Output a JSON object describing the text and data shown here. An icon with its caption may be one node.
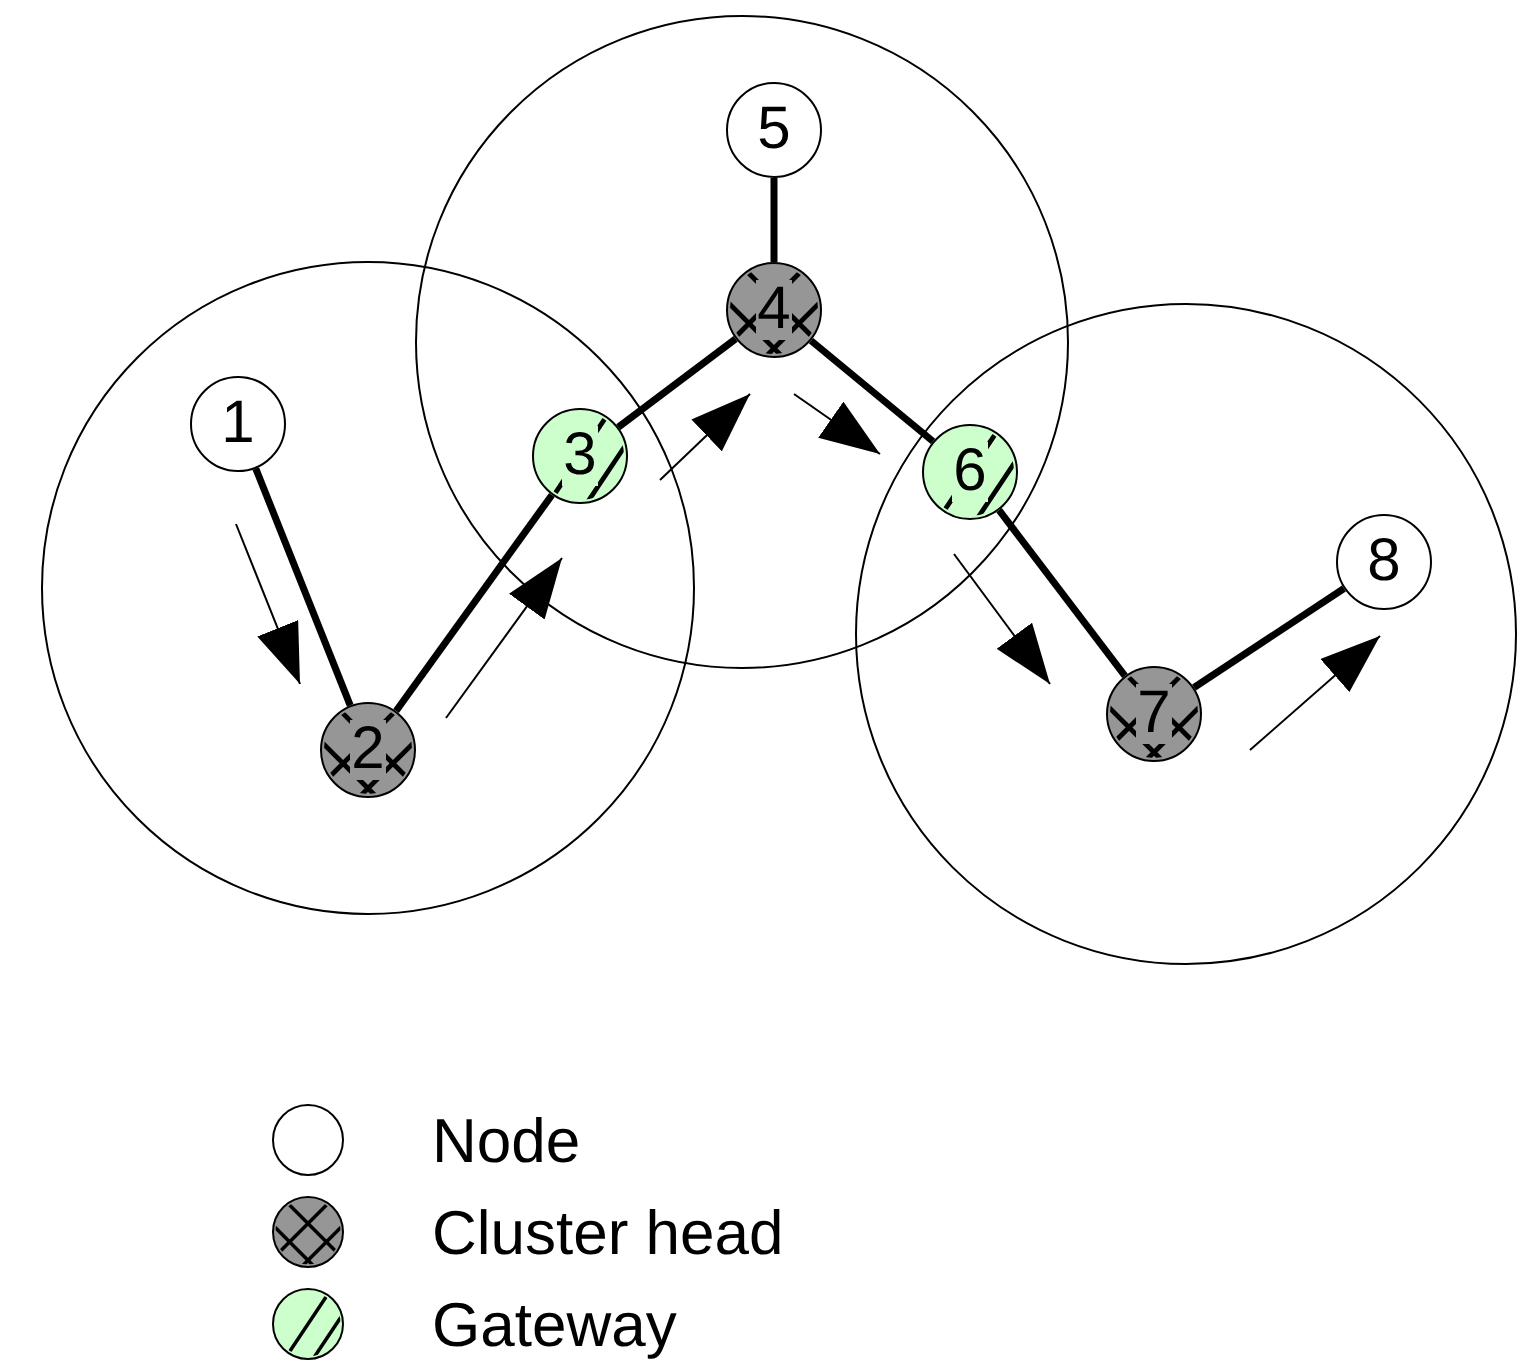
{
  "diagram": {
    "nodes": [
      {
        "text": [
          "1"
        ]
      },
      {
        "text": [
          "2"
        ]
      },
      {
        "text": [
          "3"
        ]
      },
      {
        "text": [
          "4"
        ]
      },
      {
        "text": [
          "5"
        ]
      },
      {
        "text": [
          "6"
        ]
      },
      {
        "text": [
          "7"
        ]
      },
      {
        "text": [
          "8"
        ]
      }
    ],
    "edges": [
      {
        "from": 0,
        "to": 1,
        "arrow": "none"
      },
      {
        "from": 1,
        "to": 2,
        "arrow": "none"
      },
      {
        "from": 2,
        "to": 3,
        "arrow": "none"
      },
      {
        "from": 3,
        "to": 4,
        "arrow": "none"
      },
      {
        "from": 3,
        "to": 5,
        "arrow": "none"
      },
      {
        "from": 5,
        "to": 6,
        "arrow": "none"
      },
      {
        "from": 6,
        "to": 7,
        "arrow": "none"
      }
    ],
    "legend": [
      {
        "text": "Node"
      },
      {
        "text": "Cluster head"
      },
      {
        "text": "Gateway"
      }
    ]
  }
}
